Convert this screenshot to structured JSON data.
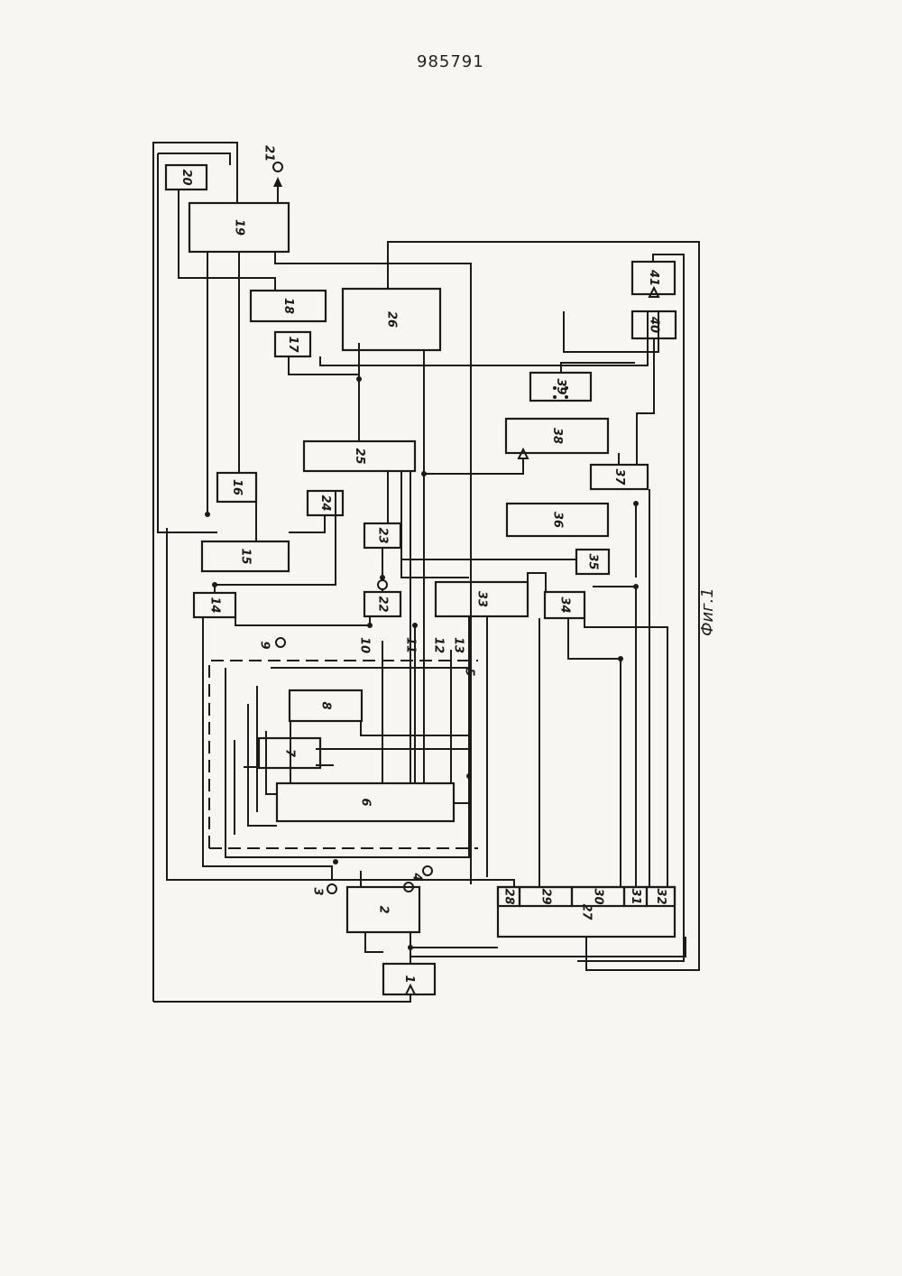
{
  "page_number": "985791",
  "figure_caption": "Фиг.1",
  "blocks": [
    {
      "id": "b1",
      "label": "1"
    },
    {
      "id": "b2",
      "label": "2"
    },
    {
      "id": "b6",
      "label": "6"
    },
    {
      "id": "b7",
      "label": "7"
    },
    {
      "id": "b8",
      "label": "8"
    },
    {
      "id": "b14",
      "label": "14"
    },
    {
      "id": "b15",
      "label": "15"
    },
    {
      "id": "b16",
      "label": "16"
    },
    {
      "id": "b17",
      "label": "17"
    },
    {
      "id": "b18",
      "label": "18"
    },
    {
      "id": "b19",
      "label": "19"
    },
    {
      "id": "b20",
      "label": "20"
    },
    {
      "id": "b22",
      "label": "22"
    },
    {
      "id": "b23",
      "label": "23"
    },
    {
      "id": "b24",
      "label": "24"
    },
    {
      "id": "b25",
      "label": "25"
    },
    {
      "id": "b26",
      "label": "26"
    },
    {
      "id": "b27",
      "label": "27"
    },
    {
      "id": "b28",
      "label": "28"
    },
    {
      "id": "b29",
      "label": "29"
    },
    {
      "id": "b30",
      "label": "30"
    },
    {
      "id": "b31",
      "label": "31"
    },
    {
      "id": "b32",
      "label": "32"
    },
    {
      "id": "b33",
      "label": "33"
    },
    {
      "id": "b34",
      "label": "34"
    },
    {
      "id": "b35",
      "label": "35"
    },
    {
      "id": "b36",
      "label": "36"
    },
    {
      "id": "b37",
      "label": "37"
    },
    {
      "id": "b38",
      "label": "38"
    },
    {
      "id": "b39",
      "label": "39"
    },
    {
      "id": "b40",
      "label": "40"
    },
    {
      "id": "b41",
      "label": "41"
    }
  ],
  "terminals": [
    {
      "id": "t3",
      "label": "3"
    },
    {
      "id": "t4",
      "label": "4"
    },
    {
      "id": "t9",
      "label": "9"
    },
    {
      "id": "t21",
      "label": "21"
    }
  ],
  "bus_labels": [
    {
      "id": "l5",
      "label": "5"
    },
    {
      "id": "l10",
      "label": "10"
    },
    {
      "id": "l11",
      "label": "11"
    },
    {
      "id": "l12",
      "label": "12"
    },
    {
      "id": "l13",
      "label": "13"
    }
  ]
}
